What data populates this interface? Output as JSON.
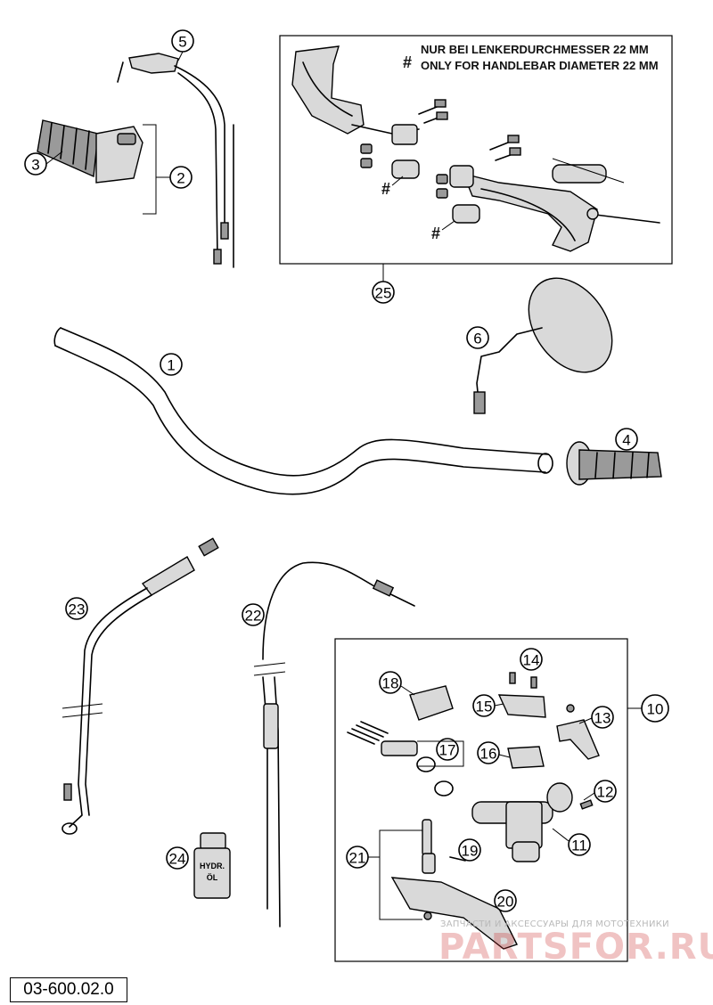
{
  "note": {
    "line1": "NUR BEI LENKERDURCHMESSER 22 MM",
    "line2": "ONLY FOR HANDLEBAR DIAMETER 22 MM",
    "symbol": "#"
  },
  "hash_marker": "#",
  "callouts": {
    "c1": "1",
    "c2": "2",
    "c3": "3",
    "c4": "4",
    "c5": "5",
    "c6": "6",
    "c10": "10",
    "c11": "11",
    "c12": "12",
    "c13": "13",
    "c14": "14",
    "c15": "15",
    "c16": "16",
    "c17": "17",
    "c18": "18",
    "c19": "19",
    "c20": "20",
    "c21": "21",
    "c22": "22",
    "c23": "23",
    "c24": "24",
    "c25": "25"
  },
  "oil_label": {
    "line1": "HYDR.",
    "line2": "ÖL"
  },
  "diagram_code": "03-600.02.0",
  "watermark": {
    "subtitle": "ЗАПЧАСТИ И АКСЕССУАРЫ ДЛЯ МОТОТЕХНИКИ",
    "brand": "PARTSFOR.RU"
  }
}
